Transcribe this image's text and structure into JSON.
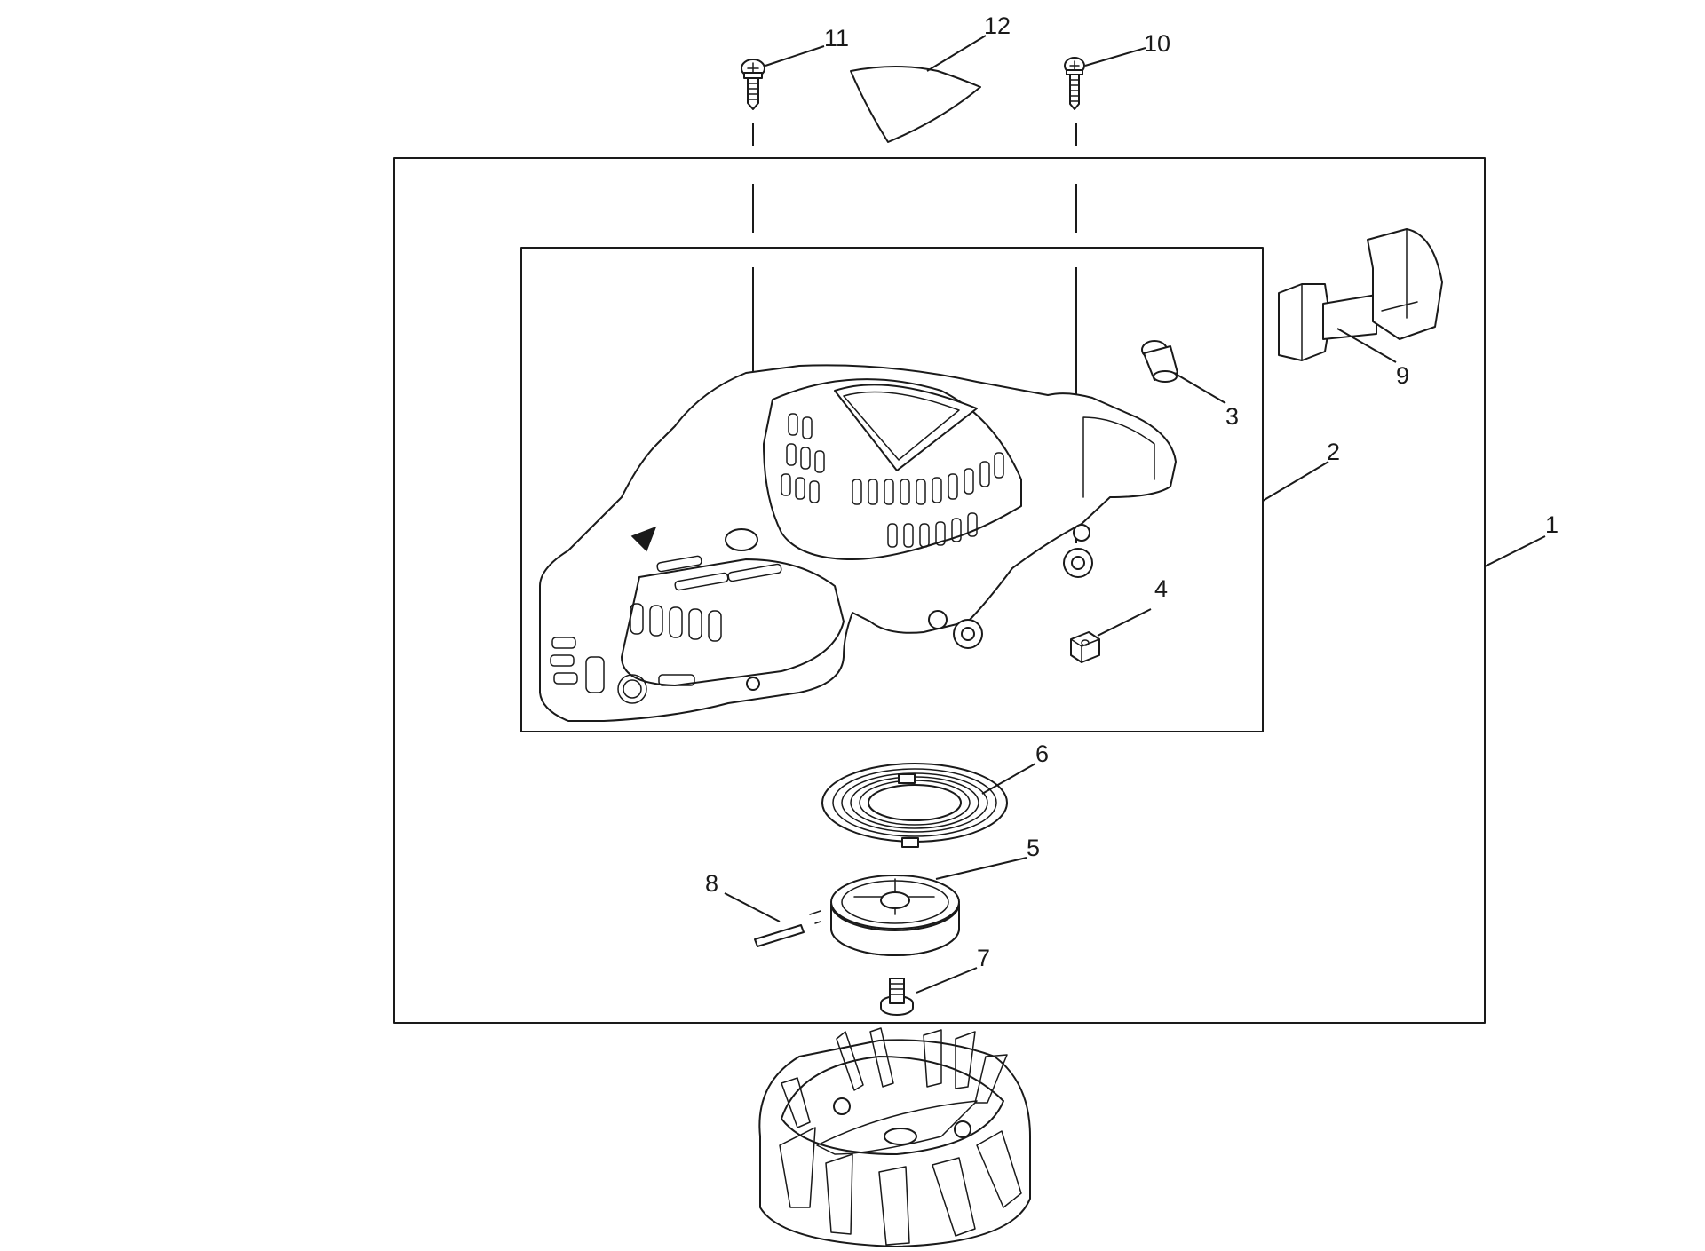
{
  "diagram": {
    "callouts": [
      {
        "id": "1",
        "label": "1"
      },
      {
        "id": "2",
        "label": "2"
      },
      {
        "id": "3",
        "label": "3"
      },
      {
        "id": "4",
        "label": "4"
      },
      {
        "id": "5",
        "label": "5"
      },
      {
        "id": "6",
        "label": "6"
      },
      {
        "id": "7",
        "label": "7"
      },
      {
        "id": "8",
        "label": "8"
      },
      {
        "id": "9",
        "label": "9"
      },
      {
        "id": "10",
        "label": "10"
      },
      {
        "id": "11",
        "label": "11"
      },
      {
        "id": "12",
        "label": "12"
      }
    ],
    "colors": {
      "line": "#1a1a1a",
      "background": "#ffffff"
    }
  }
}
